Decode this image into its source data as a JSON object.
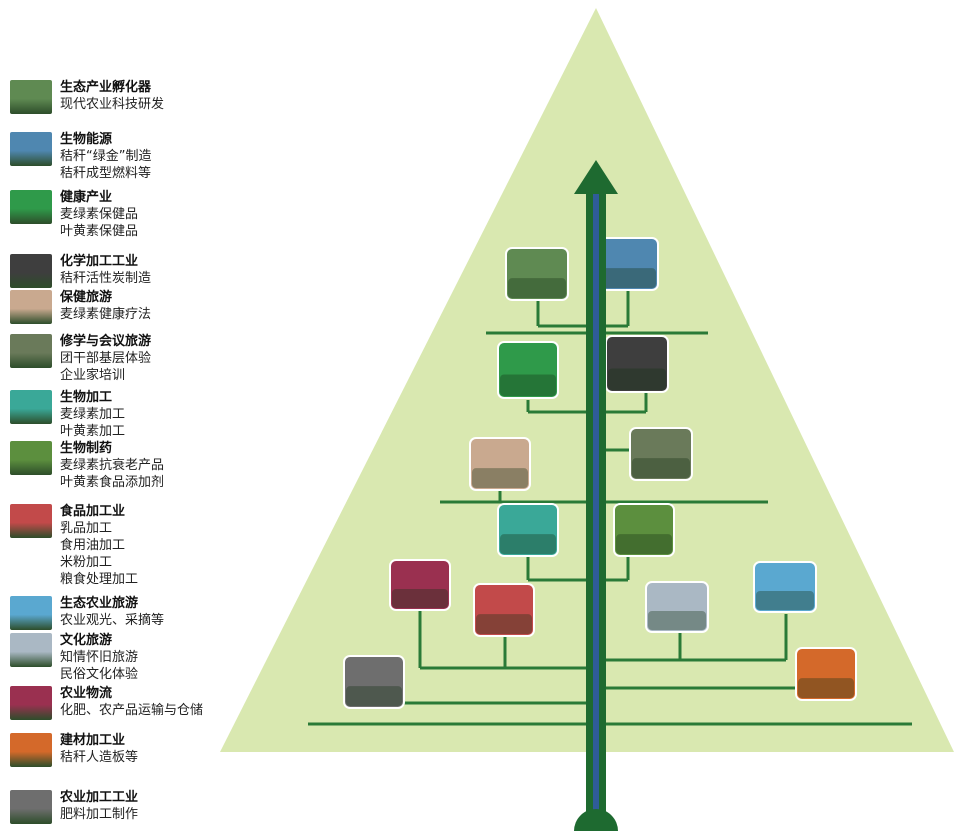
{
  "legend": [
    {
      "key": "incubator",
      "icon": "greenhouse-photo-icon",
      "title": "生态产业孵化器",
      "lines": [
        "现代农业科技研发"
      ]
    },
    {
      "key": "bioenergy",
      "icon": "field-equipment-photo-icon",
      "title": "生物能源",
      "lines": [
        "秸秆“绿金”制造",
        "秸秆成型燃料等"
      ]
    },
    {
      "key": "health",
      "icon": "health-product-boxes-photo-icon",
      "title": "健康产业",
      "lines": [
        "麦绿素保健品",
        "叶黄素保健品"
      ]
    },
    {
      "key": "chemical",
      "icon": "charcoal-photo-icon",
      "title": "化学加工工业",
      "lines": [
        "秸秆活性炭制造"
      ]
    },
    {
      "key": "healthtour",
      "icon": "spa-photo-icon",
      "title": "保健旅游",
      "lines": [
        "麦绿素健康疗法"
      ]
    },
    {
      "key": "studytour",
      "icon": "visitors-photo-icon",
      "title": "修学与会议旅游",
      "lines": [
        "团干部基层体验",
        "企业家培训"
      ]
    },
    {
      "key": "bioprocess",
      "icon": "processing-line-photo-icon",
      "title": "生物加工",
      "lines": [
        "麦绿素加工",
        "叶黄素加工"
      ]
    },
    {
      "key": "biopharma",
      "icon": "pharma-products-photo-icon",
      "title": "生物制药",
      "lines": [
        "麦绿素抗衰老产品",
        "叶黄素食品添加剂"
      ]
    },
    {
      "key": "food",
      "icon": "food-factory-photo-icon",
      "title": "食品加工业",
      "lines": [
        "乳品加工",
        "食用油加工",
        "米粉加工",
        "粮食处理加工"
      ]
    },
    {
      "key": "ecotour",
      "icon": "farmland-photo-icon",
      "title": "生态农业旅游",
      "lines": [
        "农业观光、采摘等"
      ]
    },
    {
      "key": "culture",
      "icon": "folk-culture-photo-icon",
      "title": "文化旅游",
      "lines": [
        "知情怀旧旅游",
        "民俗文化体验"
      ]
    },
    {
      "key": "logistics",
      "icon": "warehouse-photo-icon",
      "title": "农业物流",
      "lines": [
        "化肥、农产品运输与仓储"
      ]
    },
    {
      "key": "building",
      "icon": "straw-board-photo-icon",
      "title": "建材加工业",
      "lines": [
        "秸秆人造板等"
      ]
    },
    {
      "key": "agriproc",
      "icon": "fertilizer-plant-photo-icon",
      "title": "农业加工工业",
      "lines": [
        "肥料加工制作"
      ]
    }
  ],
  "colors": {
    "pyramid": "#d9e8b0",
    "arrow_outer": "#1e6a30",
    "arrow_inner": "#2f5c99",
    "branch": "#2a7a37",
    "thumbs": {
      "incubator": "#5f8a52",
      "bioenergy": "#4f87b0",
      "health": "#2f9a4a",
      "chemical": "#3e3e3e",
      "healthtour": "#c9a98f",
      "studytour": "#6a7a5a",
      "bioprocess": "#3aa898",
      "biopharma": "#5c8f3e",
      "food": "#c24a4a",
      "ecotour": "#5aa8d0",
      "culture": "#aab8c4",
      "logistics": "#9a3050",
      "building": "#d4692a",
      "agriproc": "#6e6e6e"
    }
  }
}
